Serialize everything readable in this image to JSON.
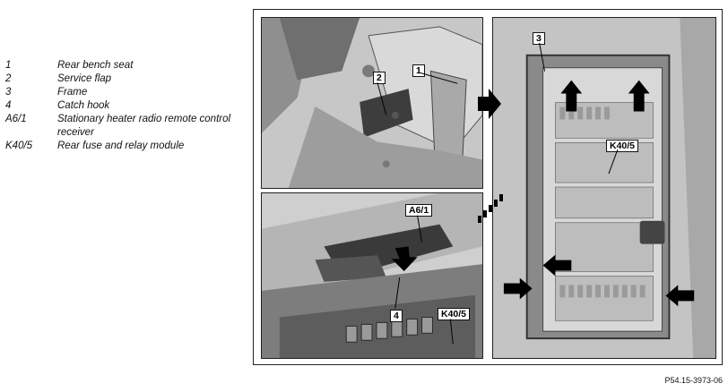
{
  "legend": [
    {
      "code": "1",
      "text": "Rear bench seat"
    },
    {
      "code": "2",
      "text": "Service flap"
    },
    {
      "code": "3",
      "text": "Frame"
    },
    {
      "code": "4",
      "text": "Catch hook"
    },
    {
      "code": "A6/1",
      "text": "Stationary heater radio remote control receiver"
    },
    {
      "code": "K40/5",
      "text": "Rear fuse and relay module"
    }
  ],
  "callouts": {
    "top_left_1": "1",
    "top_left_2": "2",
    "bottom_left_a61": "A6/1",
    "bottom_left_4": "4",
    "bottom_left_k405": "K40/5",
    "right_3": "3",
    "right_k405": "K40/5"
  },
  "figure_reference": "P54.15-3973-06",
  "colors": {
    "arrow": "#000000",
    "frame_border": "#222222",
    "photo_gray": "#bdbdbd"
  }
}
